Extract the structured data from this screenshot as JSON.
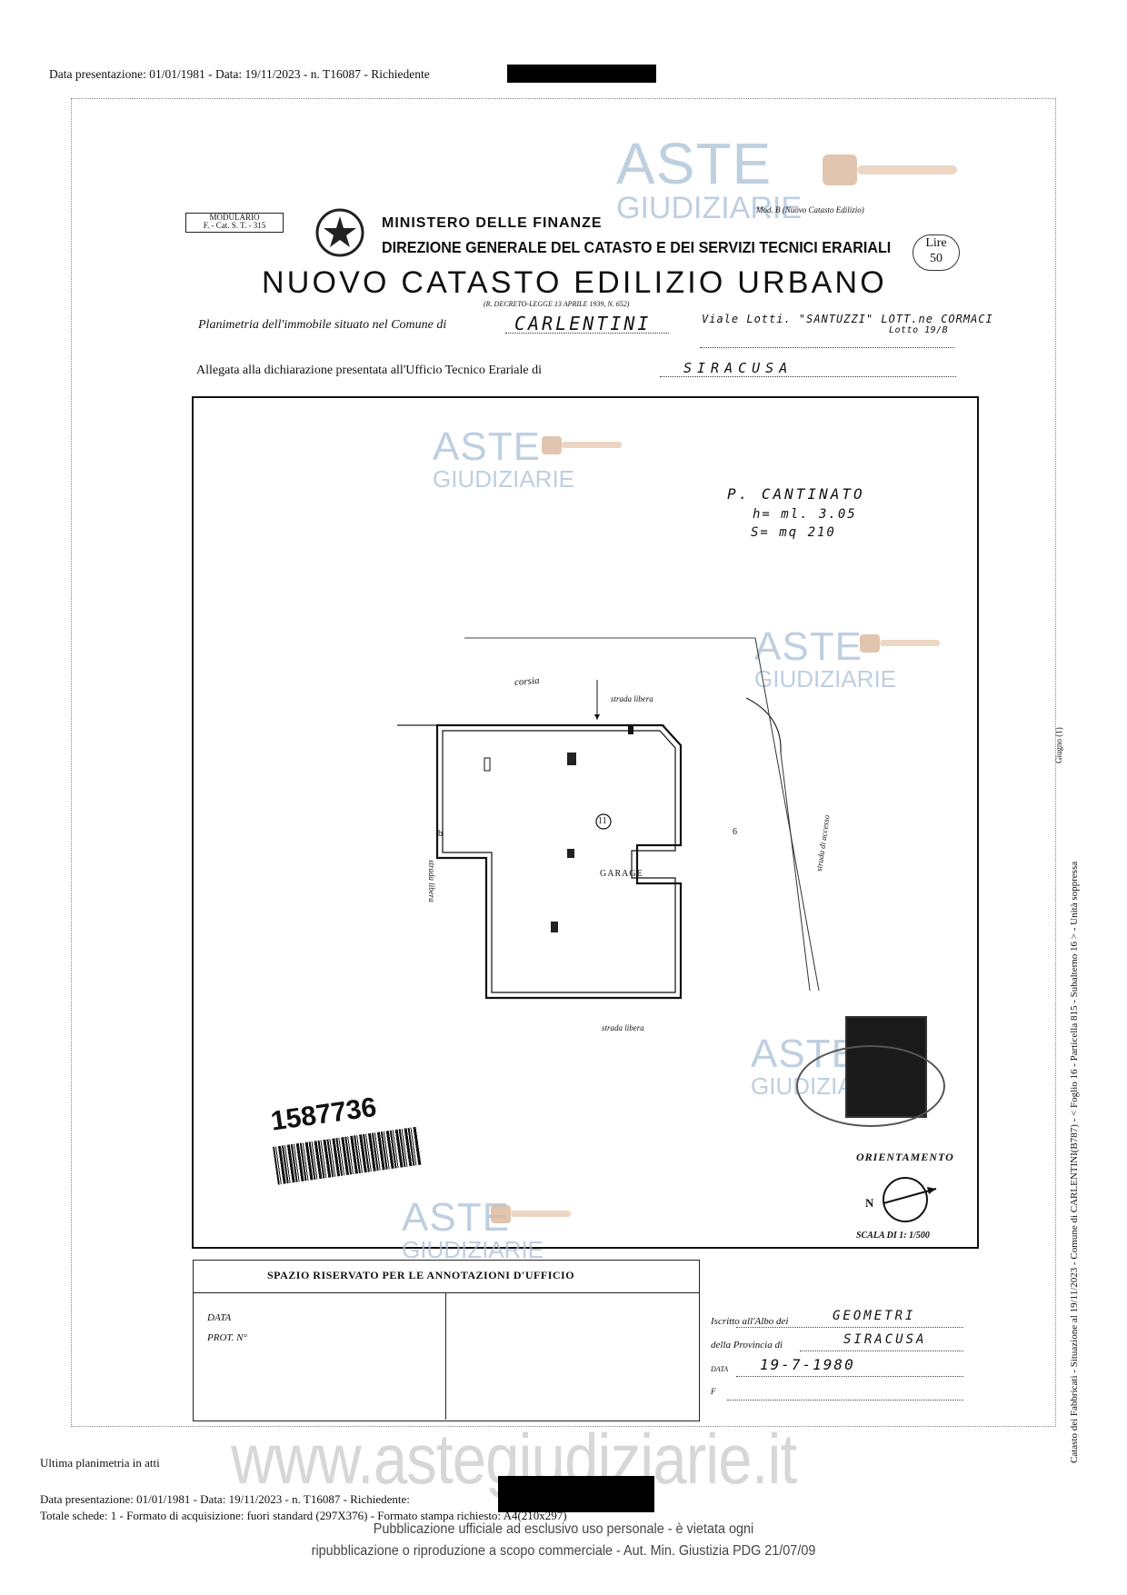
{
  "top_header": {
    "text": "Data presentazione: 01/01/1981 - Data: 19/11/2023 - n. T16087 - Richiedente"
  },
  "form": {
    "modulario": "MODULARIO",
    "modulario_code": "F. - Cat. S. T. - 315",
    "mod_b": "Mod. B (Nuovo Catasto Edilizio)",
    "ministry": "MINISTERO DELLE FINANZE",
    "direzione": "DIREZIONE GENERALE DEL CATASTO E DEI SERVIZI TECNICI ERARIALI",
    "title": "NUOVO CATASTO EDILIZIO URBANO",
    "decree": "(R. DECRETO-LEGGE 13 APRILE 1939, N. 652)",
    "lire_label": "Lire",
    "lire_value": "50",
    "planimetria_label": "Planimetria dell'immobile situato nel Comune di",
    "comune": "CARLENTINI",
    "indirizzo": "Viale Lotti. \"SANTUZZI\" LOTT.ne CORMACI",
    "lotto": "Lotto 19/B",
    "allegata_label": "Allegata alla dichiarazione presentata all'Ufficio Tecnico Erariale di",
    "ufficio": "SIRACUSA"
  },
  "plan": {
    "floor": "P. CANTINATO",
    "height": "h= ml. 3.05",
    "surface": "S= mq 210",
    "corsia": "corsia",
    "strada_top": "strada libera",
    "strada_left": "strada libera",
    "strada_right": "strada di accesso",
    "strada_bottom": "strada libera",
    "room_number": "11",
    "room_label": "GARAGE",
    "b_label": "b",
    "six_label": "6",
    "barcode_number": "1587736",
    "orientamento": "ORIENTAMENTO",
    "north": "N",
    "scala": "SCALA DI 1: 1/500"
  },
  "annotations": {
    "title": "SPAZIO RISERVATO PER LE ANNOTAZIONI D'UFFICIO",
    "data_label": "DATA",
    "prot_label": "PROT. N°"
  },
  "signature": {
    "iscritto_label": "Iscritto all'Albo dei",
    "albo": "GEOMETRI",
    "provincia_label": "della Provincia di",
    "provincia": "SIRACUSA",
    "data_label": "DATA",
    "data_value": "19-7-1980",
    "firma_label": "F"
  },
  "watermark": {
    "line1": "ASTE",
    "line2": "GIUDIZIARIE",
    "url": "www.astegiudiziarie.it"
  },
  "side_text": "Catasto dei Fabbricati - Situazione al 19/11/2023 - Comune di CARLENTINI(B787) - < Foglio 16 - Particella 815 - Subalterno 16 > - Unità soppressa",
  "side_small": "Giugno (1)",
  "footer": {
    "ultima": "Ultima planimetria in atti",
    "line1": "Data presentazione: 01/01/1981 - Data: 19/11/2023 - n. T16087 - Richiedente:",
    "line2": "Totale schede: 1 - Formato di acquisizione: fuori standard (297X376) - Formato stampa richiesto: A4(210x297)",
    "disclaimer1": "Pubblicazione ufficiale ad esclusivo uso personale - è vietata ogni",
    "disclaimer2": "ripubblicazione o riproduzione a scopo commerciale - Aut. Min. Giustizia PDG 21/07/09"
  }
}
